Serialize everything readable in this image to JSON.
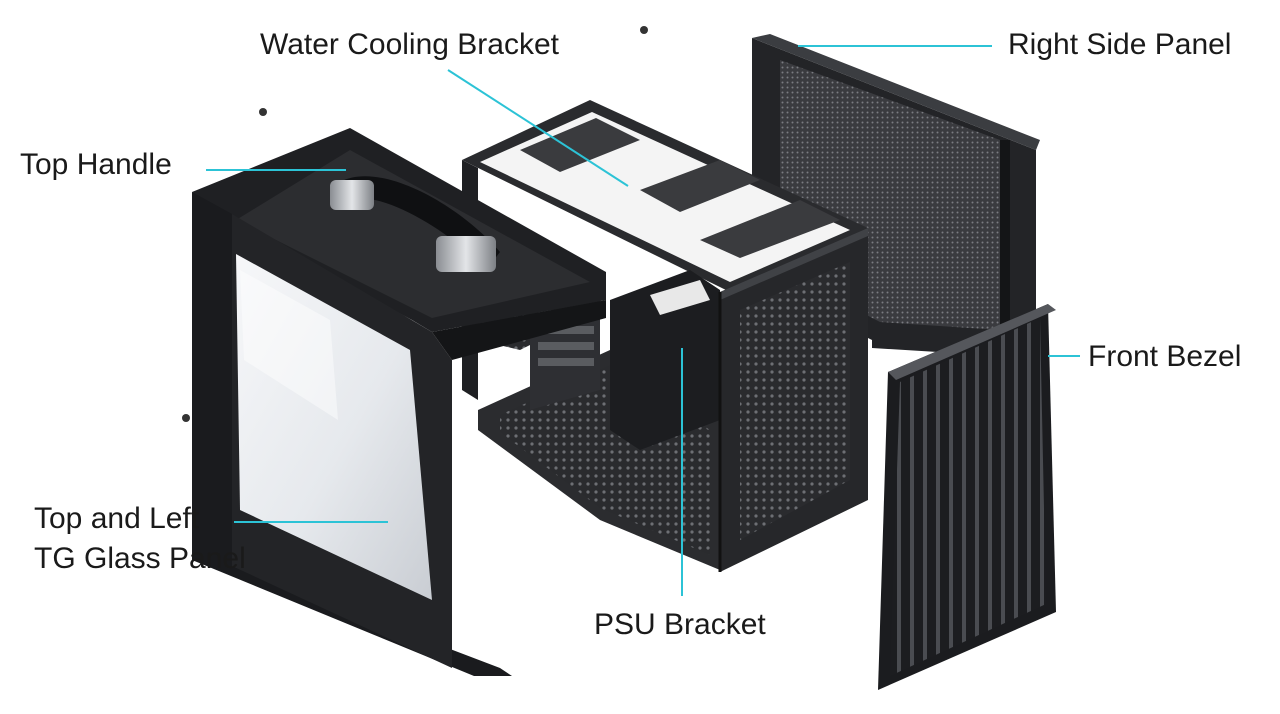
{
  "labels": {
    "water_cooling_bracket": "Water Cooling Bracket",
    "right_side_panel": "Right Side Panel",
    "top_handle": "Top Handle",
    "front_bezel": "Front Bezel",
    "top_and_left_line1": "Top and Left",
    "top_and_left_line2": "TG Glass Panel",
    "psu_bracket": "PSU Bracket"
  },
  "colors": {
    "leader_line": "#2cc3d6",
    "panel_dark": "#1e1f22",
    "glass": "#e9ecef",
    "background": "#ffffff"
  }
}
